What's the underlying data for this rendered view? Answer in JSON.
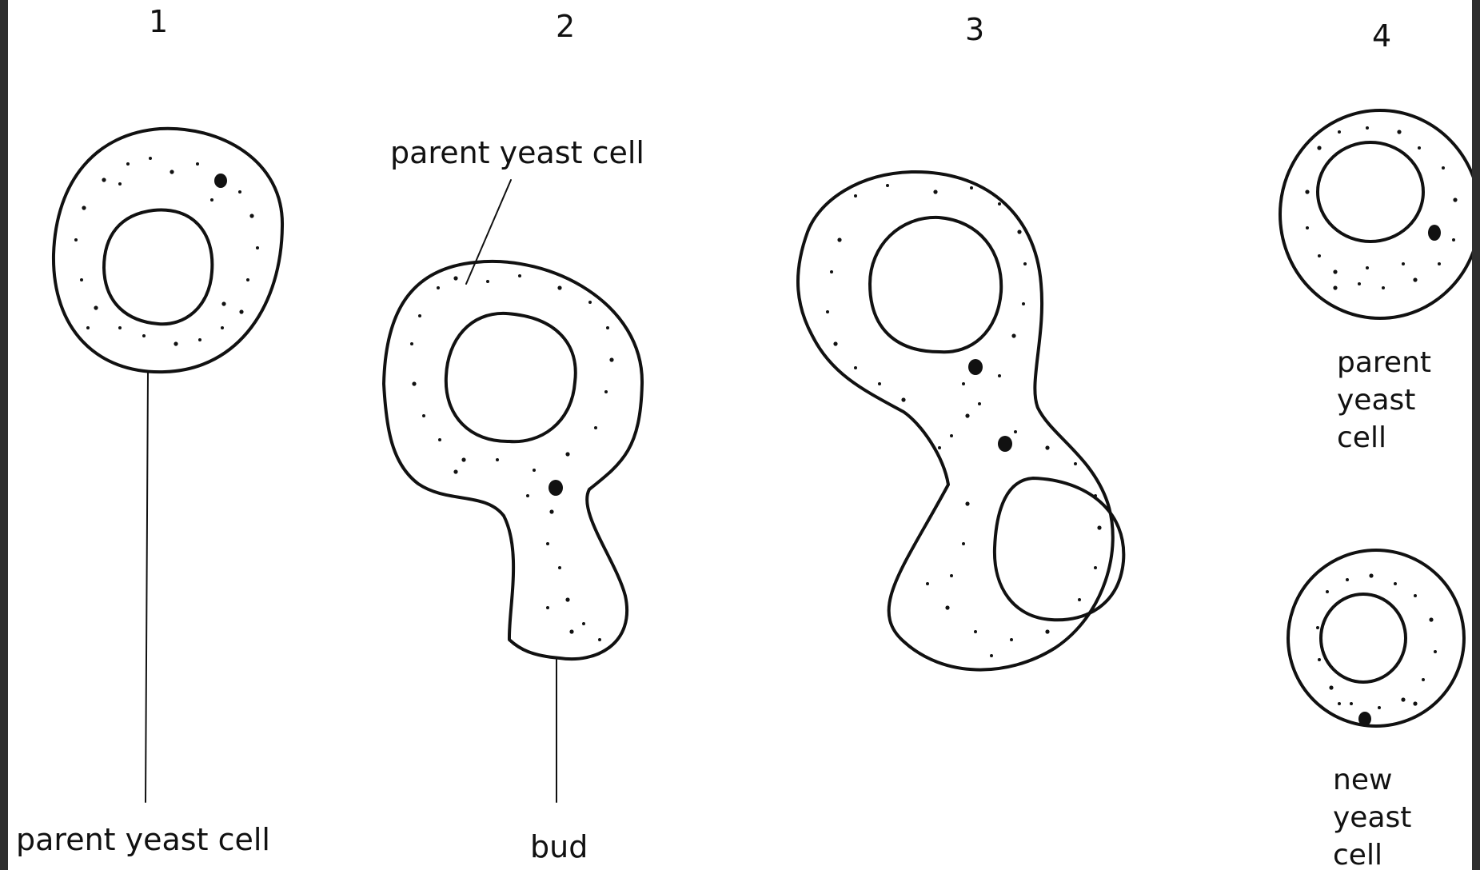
{
  "diagram": {
    "steps": [
      "1",
      "2",
      "3",
      "4"
    ],
    "labels": {
      "step1_bottom": "parent yeast cell",
      "step2_top": "parent yeast cell",
      "step2_bottom": "bud",
      "step4_parent": [
        "parent",
        "yeast",
        "cell"
      ],
      "step4_new": [
        "new",
        "yeast",
        "cell"
      ]
    },
    "colors": {
      "ink": "#111111",
      "background": "#ffffff",
      "frame": "#2e2e2e"
    }
  }
}
